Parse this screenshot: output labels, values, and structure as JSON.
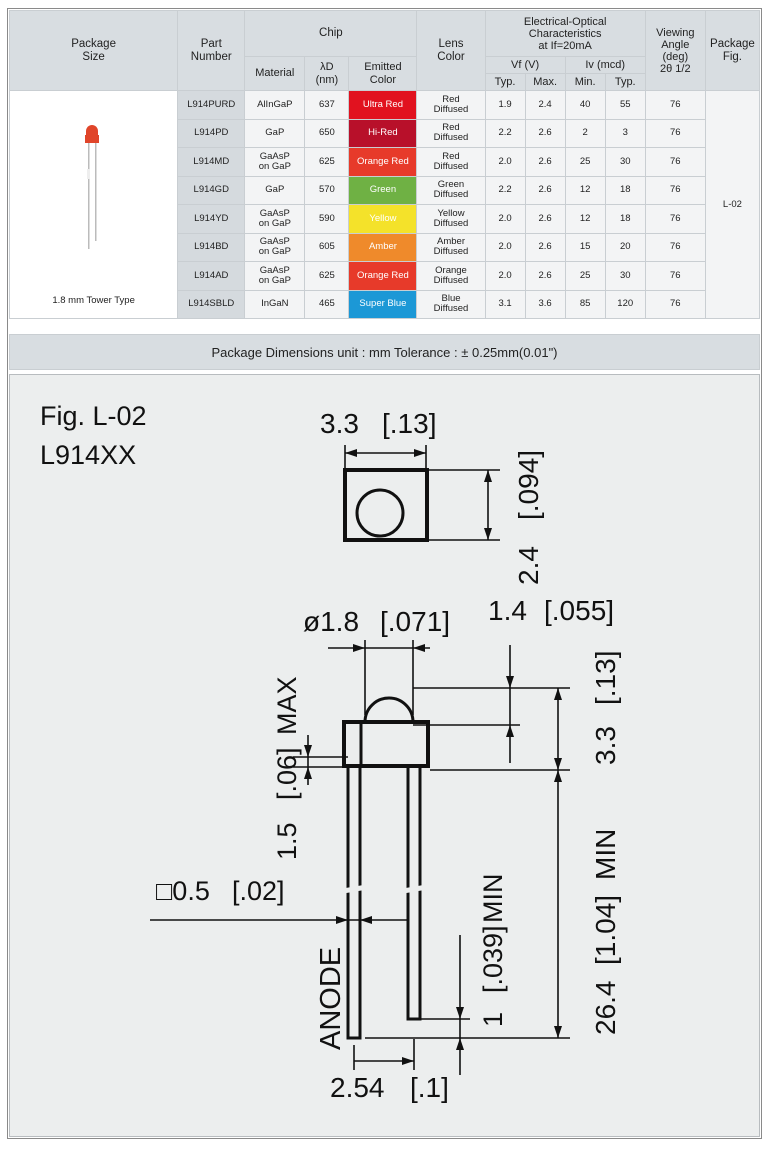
{
  "header": {
    "package_size": "Package\nSize",
    "part_number": "Part\nNumber",
    "chip": "Chip",
    "material": "Material",
    "wavelength": "λD\n(nm)",
    "emitted_color": "Emitted\nColor",
    "lens_color": "Lens\nColor",
    "eo_char": "Electrical-Optical\nCharacteristics\nat If=20mA",
    "vf": "Vf (V)",
    "iv": "Iv (mcd)",
    "typ": "Typ.",
    "max": "Max.",
    "min": "Min.",
    "typ2": "Typ.",
    "viewing_angle": "Viewing\nAngle\n(deg)\n2θ 1/2",
    "package_fig": "Package\nFig."
  },
  "package_label": "1.8 mm Tower Type",
  "package_fig_value": "L-02",
  "rows": [
    {
      "part": "L914PURD",
      "material": "AlInGaP",
      "wl": "637",
      "color": "Ultra Red",
      "color_hex": "#e1121f",
      "lens": "Red\nDiffused",
      "vf_typ": "1.9",
      "vf_max": "2.4",
      "iv_min": "40",
      "iv_typ": "55",
      "angle": "76"
    },
    {
      "part": "L914PD",
      "material": "GaP",
      "wl": "650",
      "color": "Hi-Red",
      "color_hex": "#b8102a",
      "lens": "Red\nDiffused",
      "vf_typ": "2.2",
      "vf_max": "2.6",
      "iv_min": "2",
      "iv_typ": "3",
      "angle": "76"
    },
    {
      "part": "L914MD",
      "material": "GaAsP\non GaP",
      "wl": "625",
      "color": "Orange Red",
      "color_hex": "#e73a2a",
      "lens": "Red\nDiffused",
      "vf_typ": "2.0",
      "vf_max": "2.6",
      "iv_min": "25",
      "iv_typ": "30",
      "angle": "76"
    },
    {
      "part": "L914GD",
      "material": "GaP",
      "wl": "570",
      "color": "Green",
      "color_hex": "#6fb144",
      "lens": "Green\nDiffused",
      "vf_typ": "2.2",
      "vf_max": "2.6",
      "iv_min": "12",
      "iv_typ": "18",
      "angle": "76"
    },
    {
      "part": "L914YD",
      "material": "GaAsP\non GaP",
      "wl": "590",
      "color": "Yellow",
      "color_hex": "#f4e22a",
      "lens": "Yellow\nDiffused",
      "vf_typ": "2.0",
      "vf_max": "2.6",
      "iv_min": "12",
      "iv_typ": "18",
      "angle": "76"
    },
    {
      "part": "L914BD",
      "material": "GaAsP\non GaP",
      "wl": "605",
      "color": "Amber",
      "color_hex": "#ef8a2b",
      "lens": "Amber\nDiffused",
      "vf_typ": "2.0",
      "vf_max": "2.6",
      "iv_min": "15",
      "iv_typ": "20",
      "angle": "76"
    },
    {
      "part": "L914AD",
      "material": "GaAsP\non GaP",
      "wl": "625",
      "color": "Orange Red",
      "color_hex": "#e73a2a",
      "lens": "Orange\nDiffused",
      "vf_typ": "2.0",
      "vf_max": "2.6",
      "iv_min": "25",
      "iv_typ": "30",
      "angle": "76"
    },
    {
      "part": "L914SBLD",
      "material": "InGaN",
      "wl": "465",
      "color": "Super Blue",
      "color_hex": "#1c98d6",
      "lens": "Blue\nDiffused",
      "vf_typ": "3.1",
      "vf_max": "3.6",
      "iv_min": "85",
      "iv_typ": "120",
      "angle": "76"
    }
  ],
  "banner": "Package Dimensions   unit : mm  Tolerance : ± 0.25mm(0.01\")",
  "drawing": {
    "fig_title": "Fig. L-02",
    "fig_part": "L914XX",
    "dim_top_width": "3.3",
    "dim_top_width_in": "[.13]",
    "dim_depth": "2.4",
    "dim_depth_in": "[.094]",
    "dim_dia": "ø1.8",
    "dim_dia_in": "[.071]",
    "dim_dome": "1.4",
    "dim_dome_in": "[.055]",
    "dim_body_h": "3.3",
    "dim_body_h_in": "[.13]",
    "dim_flange": "1.5",
    "dim_flange_in": "[.06]",
    "dim_flange_max": "MAX",
    "dim_lead_sq": "□0.5",
    "dim_lead_sq_in": "[.02]",
    "dim_lead_len": "26.4",
    "dim_lead_len_in": "[1.04]",
    "dim_lead_len_min": "MIN",
    "dim_lead_diff": "1",
    "dim_lead_diff_in": "[.039]",
    "dim_lead_diff_min": "MIN",
    "dim_pitch": "2.54",
    "dim_pitch_in": "[.1]",
    "anode": "ANODE"
  },
  "colors": {
    "header_bg": "#d8dde1",
    "drawing_bg": "#eceeee",
    "led_red": "#e0452a"
  }
}
